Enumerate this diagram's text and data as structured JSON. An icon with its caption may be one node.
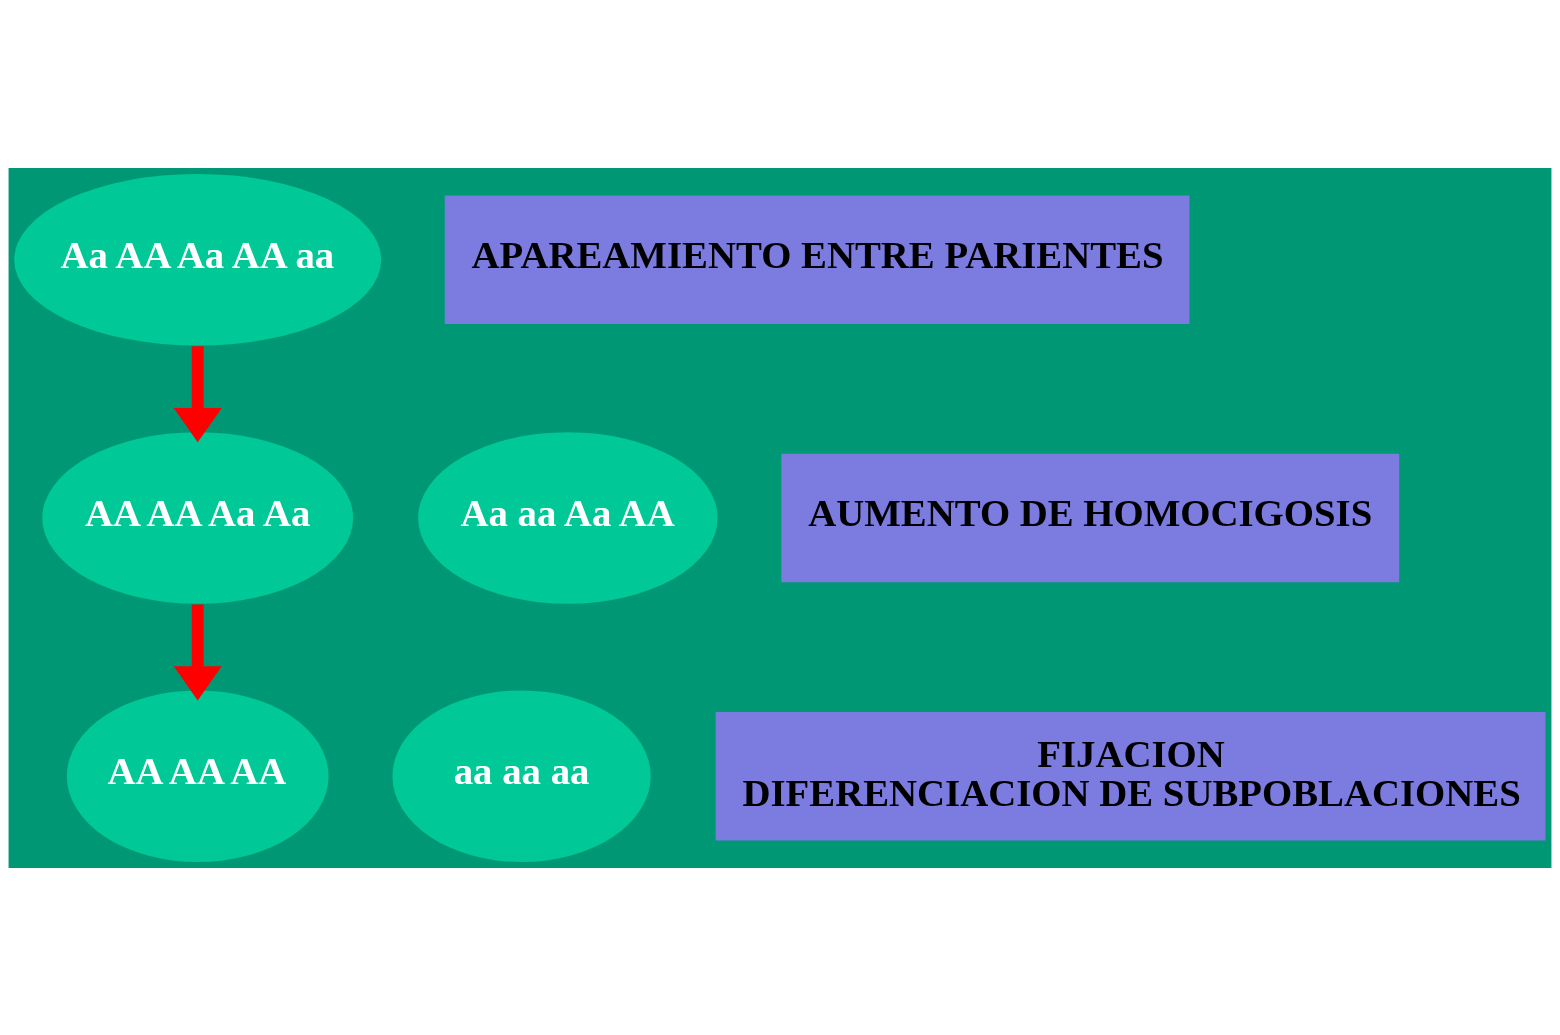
{
  "diagram": {
    "nodes": [
      {
        "text": [
          "Aa AA Aa AA aa"
        ]
      },
      {
        "text": [
          "APAREAMIENTO ENTRE PARIENTES"
        ]
      },
      {
        "text": [
          "AA AA Aa Aa"
        ]
      },
      {
        "text": [
          "Aa aa Aa AA"
        ]
      },
      {
        "text": [
          "AUMENTO DE HOMOCIGOSIS"
        ]
      },
      {
        "text": [
          "AA AA AA"
        ]
      },
      {
        "text": [
          "aa aa aa"
        ]
      },
      {
        "text": [
          "FIJACION",
          "DIFERENCIACION DE SUBPOBLACIONES"
        ]
      }
    ],
    "edges": [
      {
        "from": 0,
        "to": 2,
        "arrow": "to"
      },
      {
        "from": 2,
        "to": 5,
        "arrow": "to"
      }
    ]
  }
}
